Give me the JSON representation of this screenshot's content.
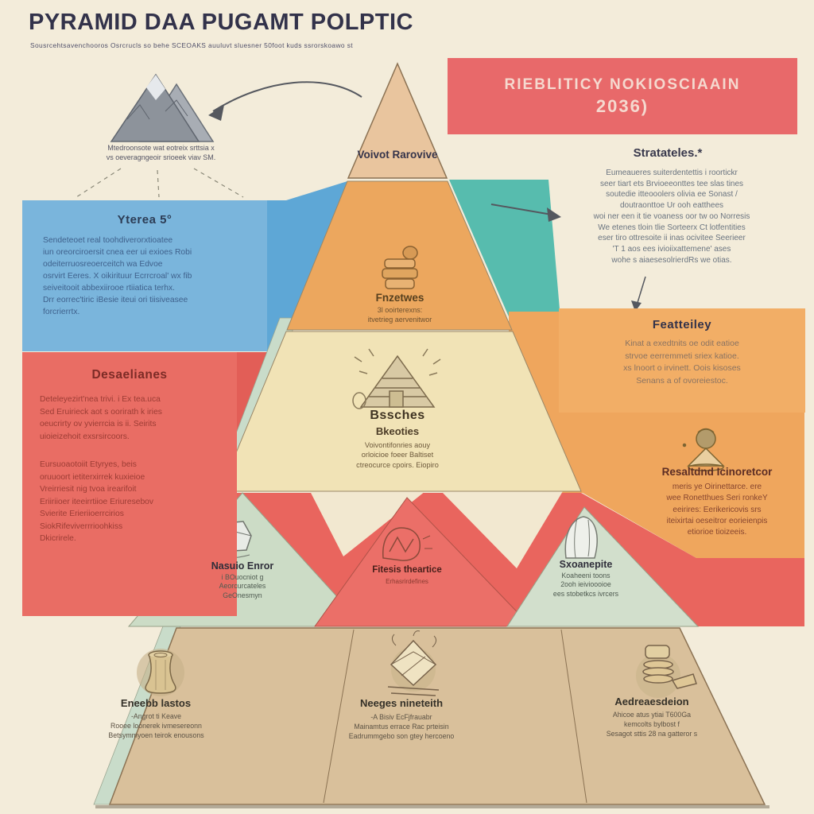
{
  "title": {
    "text": "PYRAMID DAA PUGAMT POLPTIC",
    "subtitle": "Sousrcehtsavenchooros Osrcrucls so behe SCEOAKS auuluvt sluesner 50foot kuds ssrorskoawo st"
  },
  "banner": {
    "line1": "RIEBLITICY NOKIOSCIAAIN",
    "line2": "2036)"
  },
  "mountain_note": {
    "line1": "Mtedroonsote wat eotreix srttsia x",
    "line2": "vs oeveragngeoir srioeek viav SM."
  },
  "strategies": {
    "heading": "Stratateles.*",
    "lines": [
      "Eumeaueres suiterdentettis i roortickr",
      "seer tiart ets Brvioeeonttes tee slas tines",
      "soutedie itteooolers olivia ee Sonast /",
      "doutraonttoe Ur ooh eatthees",
      "woi ner een it tie voaness oor tw oo Norresis",
      "We etenes tloin tlie Sorteerx Ct lotfentities",
      "eser tiro ottresoite ii inas ocivitee Seerieer",
      "'T 1 aos ees ivioiixattemene' ases",
      "wohe s aiaesesolrierdRs we otias."
    ]
  },
  "blue_panel": {
    "heading": "Yterea 5°",
    "lines": [
      "Sendeteoet real toohdiverorxtioatee",
      "iun oreorciroersit cnea eer ui exioes Robi",
      "odeiterruosreoerceitch wa Edvoe",
      "osrvirt Eeres. X oikirituur Ecrrcroal' wx fib",
      "seiveitooit abbexiirooe rtiiatica terhx.",
      "Drr eorrec'tiric iBesie iteui ori tiisiveasee",
      "forcrierrtx."
    ]
  },
  "red_panel": {
    "heading": "Desaelianes",
    "para1": [
      "Deteleyezirt'nea trivi. i Ex tea.uca",
      "Sed Eruirieck aot s oorirath k iries",
      "oeucrirty ov yvierrcia is ii. Seirits",
      "uioieizehoit exsrsircoors."
    ],
    "para2": [
      "Eursuoaotoiit Etyryes, beis",
      "oruuoort ietiterxirrek kuxieioe",
      "Vreirriesit nig tvoa irearifoit",
      "Eriiriioer iteeirrtiioe Eriuresebov",
      "Svierite Erieriioerrcirios",
      "SiokRifeviverrrioohkiss",
      "Dkicrirele."
    ]
  },
  "orange_panel": {
    "heading": "Featteiley",
    "lines": [
      "Kinat a exedtnits oe odit eatioe",
      "strvoe eerremmeti sriex katioe.",
      "xs lnoort o irvinett. Oois kisoses",
      "Senans a of ovoreiestoc."
    ]
  },
  "research": {
    "heading": "Resaltdnd Icinoretcor",
    "lines": [
      "meris ye Oirinettarce. ere",
      "wee Ronetthues Seri ronkeY",
      "eeirires: Eerikericovis srs",
      "iteixirtai oeseitror eorieienpis",
      "etiorioe tioizeeis."
    ]
  },
  "pyramid": {
    "top_label": "Voivot Rarovive",
    "level2": {
      "heading": "Fnzetwes",
      "lines": [
        "3l ooirterexns:",
        "itvetrieg aervenitwor"
      ]
    },
    "level3": {
      "heading": "Bssches",
      "subheading": "Bkeoties",
      "lines": [
        "Voivontifonries aouy",
        "orloicioe foeer Baltiset",
        "ctreocurce cpoirs. Eiopiro"
      ]
    },
    "row4": [
      {
        "heading": "Nasuio Enror",
        "lines": [
          "i BOuocniot g",
          "Aeorcurcateles",
          "GeOnesmyn"
        ]
      },
      {
        "heading": "Fitesis theartice",
        "lines": [
          "Erhasrirdefines"
        ]
      },
      {
        "heading": "Sxoanepite",
        "lines": [
          "Koaheeni toons",
          "2ooh ieivioooioe",
          "ees stobetkcs ivrcers"
        ]
      }
    ],
    "base": [
      {
        "heading": "Eneebb lastos",
        "lines": [
          "-Angrot ti Keave",
          "Rooee loonerek ivmesereonn",
          "Betsymmyoen teirok enousons"
        ]
      },
      {
        "heading": "Neeges nineteith",
        "lines": [
          "-A Bisiv EcFjfrauabr",
          "Mainamtus errace Rac prteisin",
          "Eadrummgebo son gtey hercoeno"
        ]
      },
      {
        "heading": "Aedreaesdeion",
        "lines": [
          "Ahicoe atus ytiai T600Ga",
          "kemcolts bylbost f",
          "Sesagot sttis 28 na gatteror s"
        ]
      }
    ]
  },
  "icons": {
    "top_left": "mountain-icon",
    "level2": "stack-icon",
    "level3": "cabin-icon",
    "row4_left": "rock-icon",
    "row4_center": "bread-icon",
    "row4_right": "shell-icon",
    "research": "person-icon",
    "base_left": "vase-icon",
    "base_center": "hands-letter-icon",
    "base_right": "coins-icon"
  },
  "colors": {
    "background": "#f3ecda",
    "banner_red": "#e8696a",
    "panel_blue": "#7ab5dc",
    "panel_red": "#e96d64",
    "panel_orange": "#f2ae66",
    "pyramid_tan": "#e9c59e",
    "pyramid_orange": "#eca75e",
    "pyramid_cream": "#f1e3b6",
    "teal_face": "#57bcae",
    "band_red": "#e9655e",
    "base_tan": "#d9c09b",
    "green_triangle": "#ccdcc6",
    "title_ink": "#32324a"
  }
}
